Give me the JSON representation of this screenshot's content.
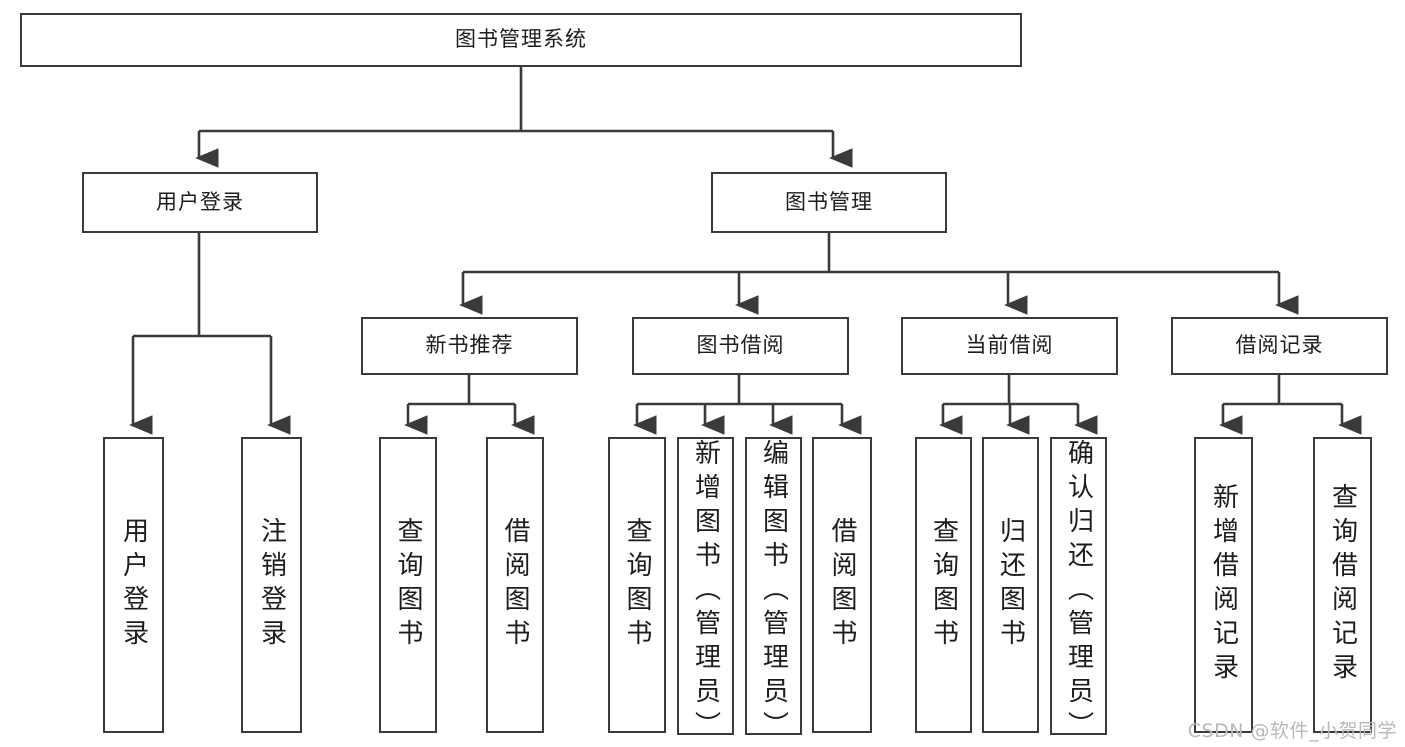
{
  "diagram": {
    "type": "tree-hierarchy",
    "title": "图书管理系统",
    "watermark": "CSDN @软件_小贺同学",
    "colors": {
      "stroke": "#3a3a3a",
      "fill": "#ffffff",
      "text": "#1d1d1d",
      "watermark": "#b9b9b9"
    },
    "root": {
      "label": "图书管理系统"
    },
    "level2": [
      {
        "label": "用户登录"
      },
      {
        "label": "图书管理"
      }
    ],
    "level3": [
      {
        "label": "新书推荐"
      },
      {
        "label": "图书借阅"
      },
      {
        "label": "当前借阅"
      },
      {
        "label": "借阅记录"
      }
    ],
    "leaves": {
      "user_login": [
        {
          "label": "用户登录"
        },
        {
          "label": "注销登录"
        }
      ],
      "new_book_recommend": [
        {
          "label": "查询图书"
        },
        {
          "label": "借阅图书"
        }
      ],
      "book_borrow": [
        {
          "label": "查询图书"
        },
        {
          "label": "新增图书（管理员）"
        },
        {
          "label": "编辑图书（管理员）"
        },
        {
          "label": "借阅图书"
        }
      ],
      "current_borrow": [
        {
          "label": "查询图书"
        },
        {
          "label": "归还图书"
        },
        {
          "label": "确认归还（管理员）"
        }
      ],
      "borrow_record": [
        {
          "label": "新增借阅记录"
        },
        {
          "label": "查询借阅记录"
        }
      ]
    }
  }
}
